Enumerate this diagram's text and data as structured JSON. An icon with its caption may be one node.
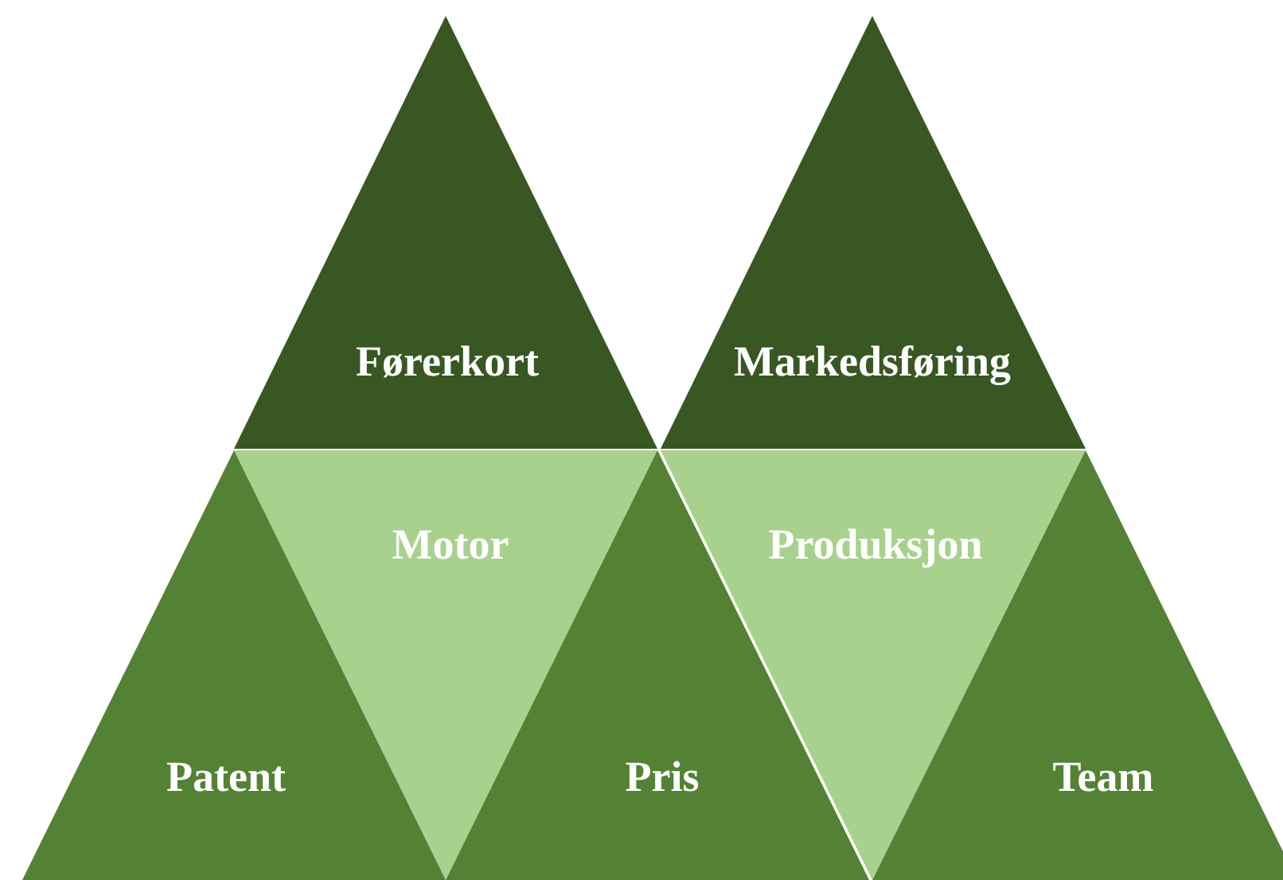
{
  "diagram": {
    "nodes": [
      {
        "text": [
          "Førerkort"
        ]
      },
      {
        "text": [
          "Markedsføring"
        ]
      },
      {
        "text": [
          "Motor"
        ]
      },
      {
        "text": [
          "Produksjon"
        ]
      },
      {
        "text": [
          "Patent"
        ]
      },
      {
        "text": [
          "Pris"
        ]
      },
      {
        "text": [
          "Team"
        ]
      }
    ]
  }
}
